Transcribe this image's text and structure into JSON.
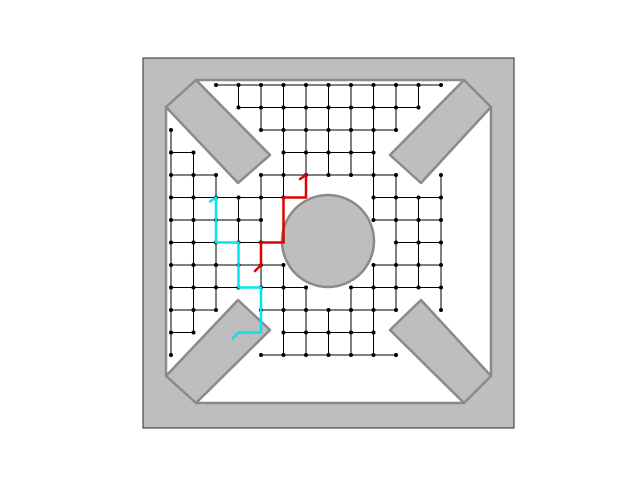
{
  "diagram": {
    "kind": "grid-maze-path-plot",
    "colors": {
      "background": "#ffffff",
      "obstacle_fill": "#bebebe",
      "obstacle_edge": "#8a8a8a",
      "free_space": "#ffffff",
      "grid_edge": "#000000",
      "grid_node": "#000000",
      "path_a": "#e00000",
      "path_b": "#00e5ee"
    },
    "grid": {
      "columns": 14,
      "rows": 14
    },
    "paths": [
      {
        "id": "path_a",
        "color": "#e00000",
        "cells": [
          [
            5,
            9
          ],
          [
            5,
            8
          ],
          [
            6,
            8
          ],
          [
            6,
            6
          ],
          [
            7,
            6
          ],
          [
            7,
            5
          ]
        ]
      },
      {
        "id": "path_b",
        "color": "#00e5ee",
        "cells": [
          [
            4,
            12
          ],
          [
            5,
            12
          ],
          [
            5,
            10
          ],
          [
            4,
            10
          ],
          [
            4,
            8
          ],
          [
            3,
            8
          ],
          [
            3,
            6
          ]
        ]
      }
    ]
  }
}
